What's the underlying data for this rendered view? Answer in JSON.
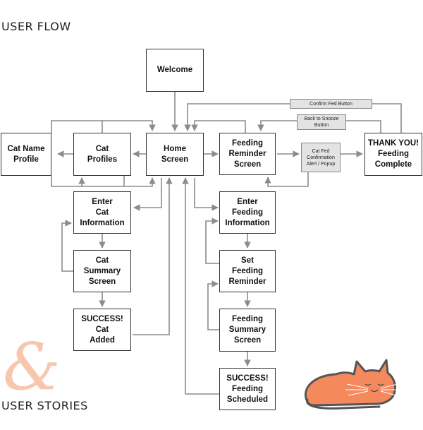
{
  "headings": {
    "user_flow": "USER FLOW",
    "user_stories": "USER STORIES",
    "ampersand": "&"
  },
  "nodes": {
    "welcome": "Welcome",
    "cat_name_profile": "Cat Name\nProfile",
    "cat_profiles": "Cat\nProfiles",
    "home_screen": "Home\nScreen",
    "feeding_reminder_screen": "Feeding\nReminder\nScreen",
    "thank_you": "THANK YOU!\nFeeding\nComplete",
    "enter_cat_information": "Enter\nCat\nInformation",
    "cat_summary_screen": "Cat\nSummary\nScreen",
    "success_cat_added": "SUCCESS!\nCat\nAdded",
    "enter_feeding_information": "Enter\nFeeding\nInformation",
    "set_feeding_reminder": "Set\nFeeding\nReminder",
    "feeding_summary_screen": "Feeding\nSummary\nScreen",
    "success_feeding_scheduled": "SUCCESS!\nFeeding\nScheduled"
  },
  "tags": {
    "confirm_fed_button": "Confirm Fed Button",
    "back_to_snooze_button": "Back to Snooze\nButton",
    "cat_fed_alert": "Cat Fed\nConfirmation\nAlert / Popup"
  },
  "colors": {
    "line": "#8c8c8c",
    "box_border": "#333333",
    "cat_fill": "#f5895e",
    "cat_outline": "#555555",
    "ampersand": "#f7c7ad"
  }
}
